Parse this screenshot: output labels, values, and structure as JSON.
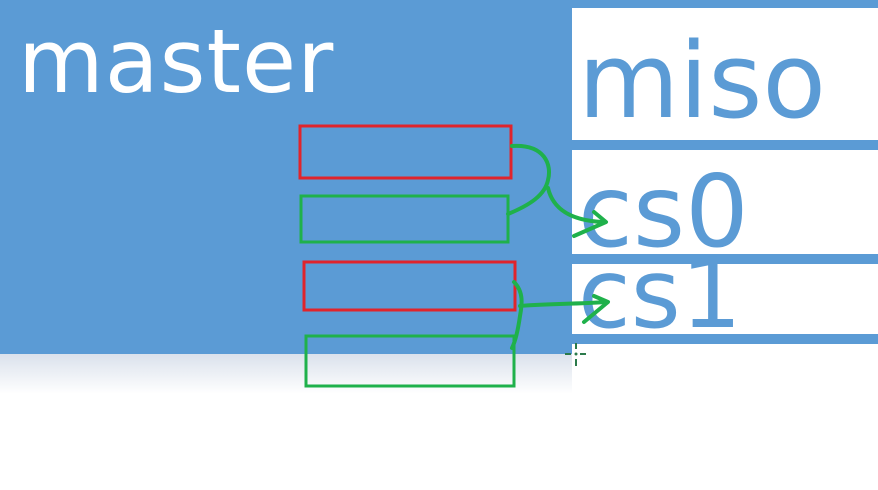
{
  "labels": {
    "master": "master",
    "miso": "miso",
    "cs0": "cs0",
    "cs1": "cs1"
  },
  "colors": {
    "master_fill": "#5b9bd5",
    "slave_text": "#5b9bd5",
    "red_box": "#e0242c",
    "green_box": "#1fb14b",
    "green_ink": "#1fb14b"
  }
}
